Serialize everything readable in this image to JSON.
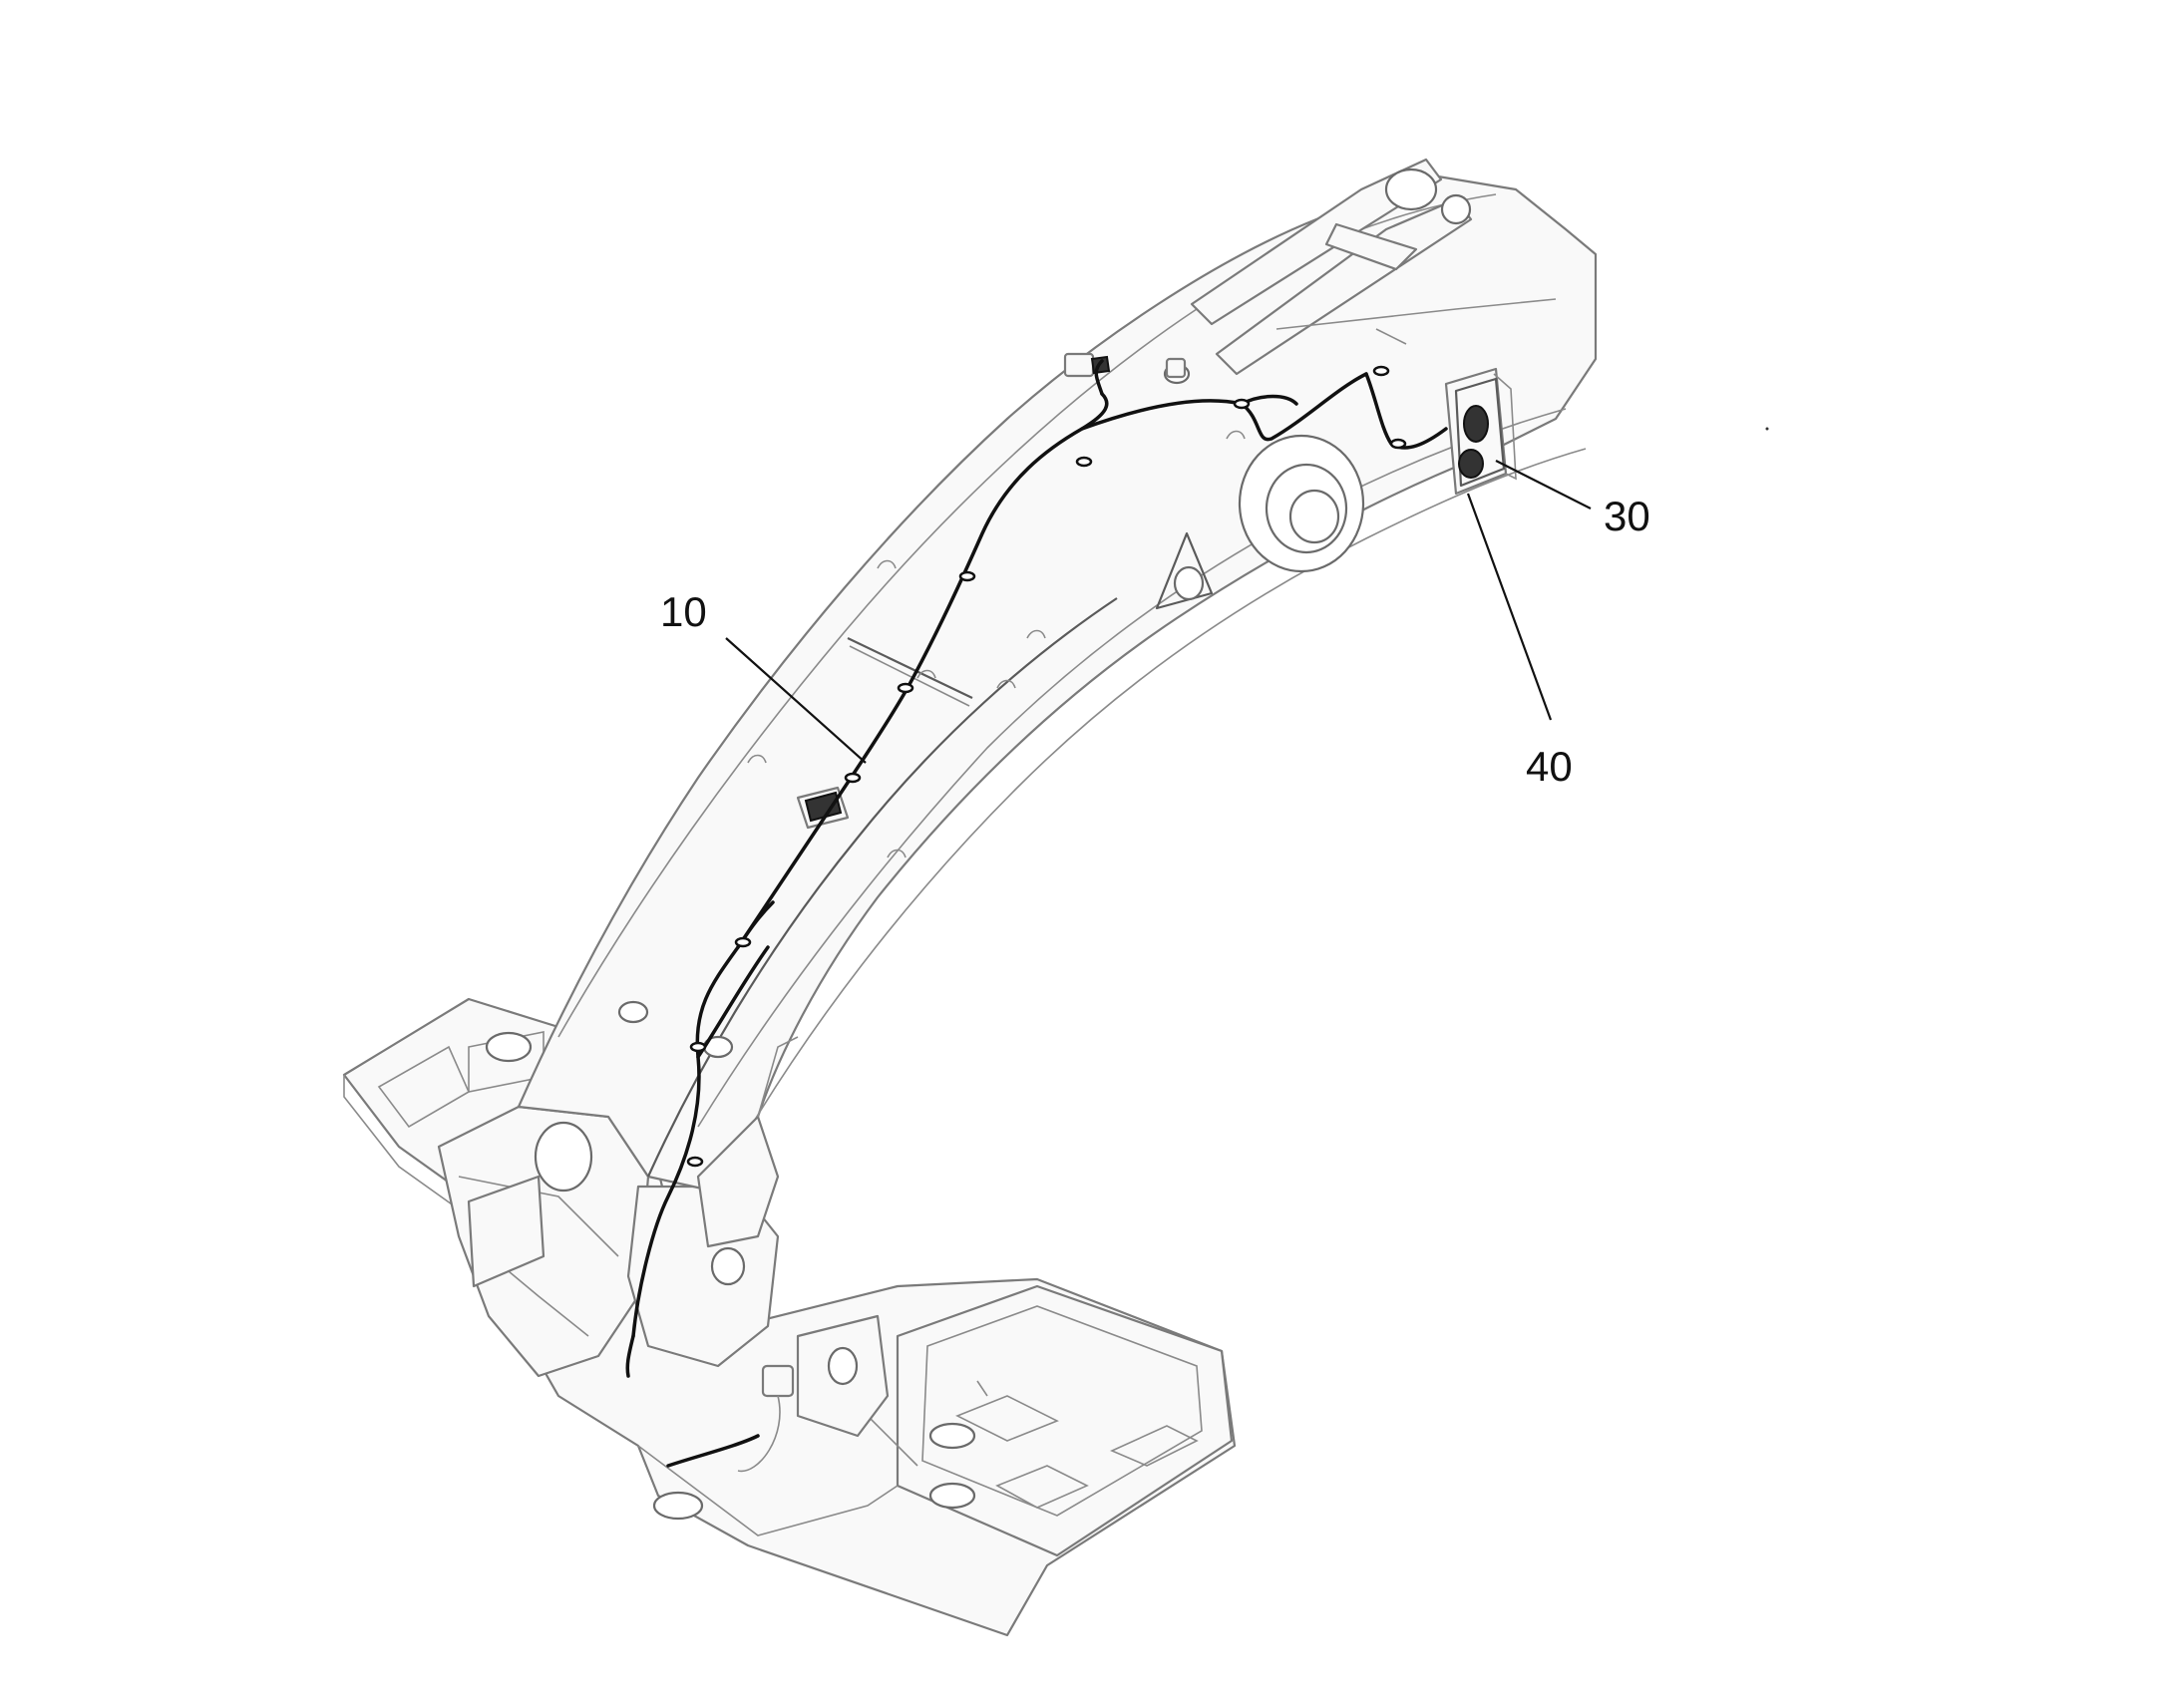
{
  "diagram": {
    "callouts": [
      {
        "id": "c10",
        "label": "10"
      },
      {
        "id": "c30",
        "label": "30"
      },
      {
        "id": "c40",
        "label": "40"
      }
    ],
    "colors": {
      "line_art": "#7a7a7a",
      "cable": "#111111",
      "background": "#ffffff"
    }
  }
}
